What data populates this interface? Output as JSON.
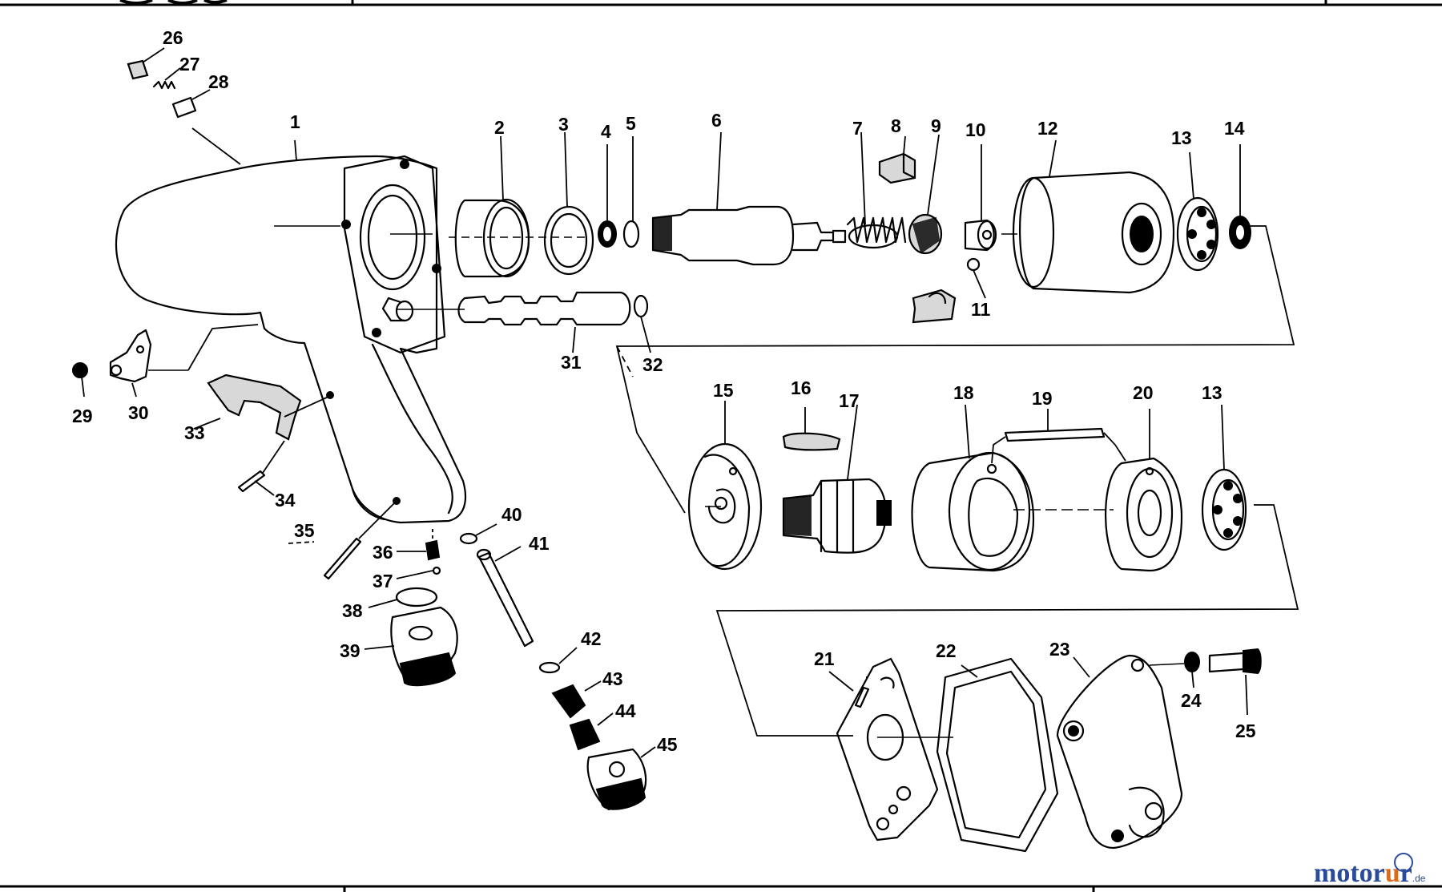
{
  "diagram": {
    "labels": [
      "1",
      "2",
      "3",
      "4",
      "5",
      "6",
      "7",
      "8",
      "9",
      "10",
      "11",
      "12",
      "13",
      "14",
      "15",
      "16",
      "17",
      "18",
      "19",
      "20",
      "13",
      "21",
      "22",
      "23",
      "24",
      "25",
      "26",
      "27",
      "28",
      "29",
      "30",
      "31",
      "32",
      "33",
      "34",
      "35",
      "36",
      "37",
      "38",
      "39",
      "40",
      "41",
      "42",
      "43",
      "44",
      "45"
    ]
  },
  "watermark": {
    "brand_a": "motor",
    "brand_b": "u",
    "brand_c": "r",
    "tld": ".de"
  }
}
